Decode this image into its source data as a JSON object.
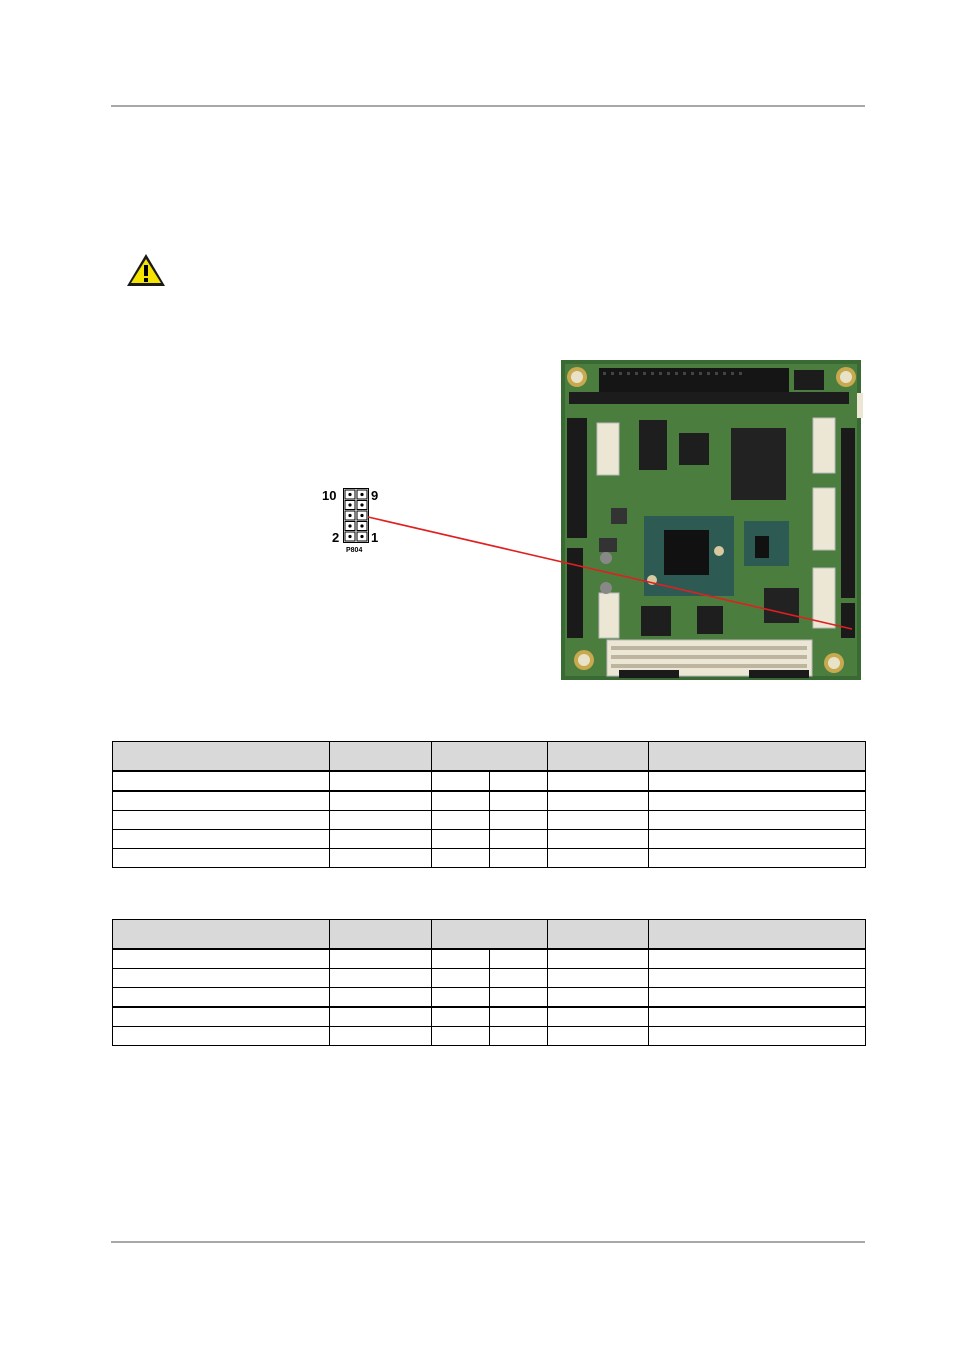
{
  "header_rule": true,
  "warning": {
    "icon": "warning-triangle-icon",
    "color": "#f5e400"
  },
  "connector": {
    "pin_top_left": "10",
    "pin_top_right": "9",
    "pin_bottom_left": "2",
    "pin_bottom_right": "1",
    "name": "P804"
  },
  "board_image": {
    "icon": "pcb-board-photo"
  },
  "pointer_line": {
    "color": "#e02020"
  },
  "table_1": {
    "header": [
      "",
      "",
      "",
      "",
      ""
    ],
    "rows": [
      [
        "",
        "",
        "",
        "",
        "",
        ""
      ],
      [
        "",
        "",
        "",
        "",
        "",
        ""
      ],
      [
        "",
        "",
        "",
        "",
        "",
        ""
      ],
      [
        "",
        "",
        "",
        "",
        "",
        ""
      ],
      [
        "",
        "",
        "",
        "",
        "",
        ""
      ]
    ]
  },
  "table_2": {
    "header": [
      "",
      "",
      "",
      "",
      ""
    ],
    "rows": [
      [
        "",
        "",
        "",
        "",
        "",
        ""
      ],
      [
        "",
        "",
        "",
        "",
        "",
        ""
      ],
      [
        "",
        "",
        "",
        "",
        "",
        ""
      ],
      [
        "",
        "",
        "",
        "",
        "",
        ""
      ],
      [
        "",
        "",
        "",
        "",
        "",
        ""
      ]
    ]
  }
}
